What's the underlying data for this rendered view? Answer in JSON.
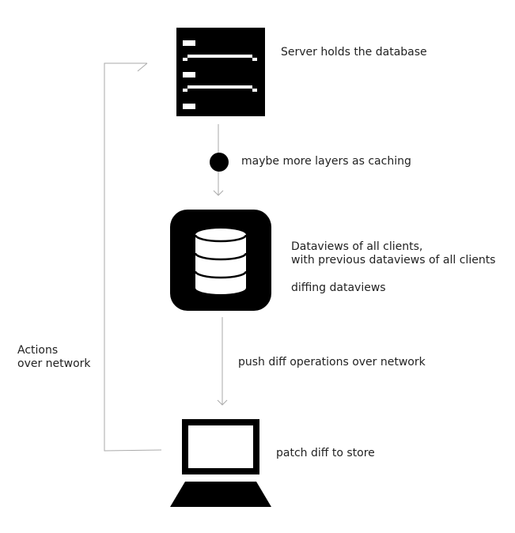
{
  "labels": {
    "server": "Server holds the database",
    "caching": "maybe more layers as caching",
    "dataviews_line1": "Dataviews of all clients,",
    "dataviews_line2": "with previous dataviews of all clients",
    "diffing": "diffing dataviews",
    "push": "push diff operations over network",
    "patch": "patch diff to store",
    "actions_line1": "Actions",
    "actions_line2": "over network"
  },
  "icons": {
    "server": "server-rack-icon",
    "cache": "cache-node-icon",
    "database": "database-icon",
    "client": "laptop-icon"
  },
  "colors": {
    "icon": "#000000",
    "connector": "#aaaaaa",
    "text": "#222222"
  }
}
